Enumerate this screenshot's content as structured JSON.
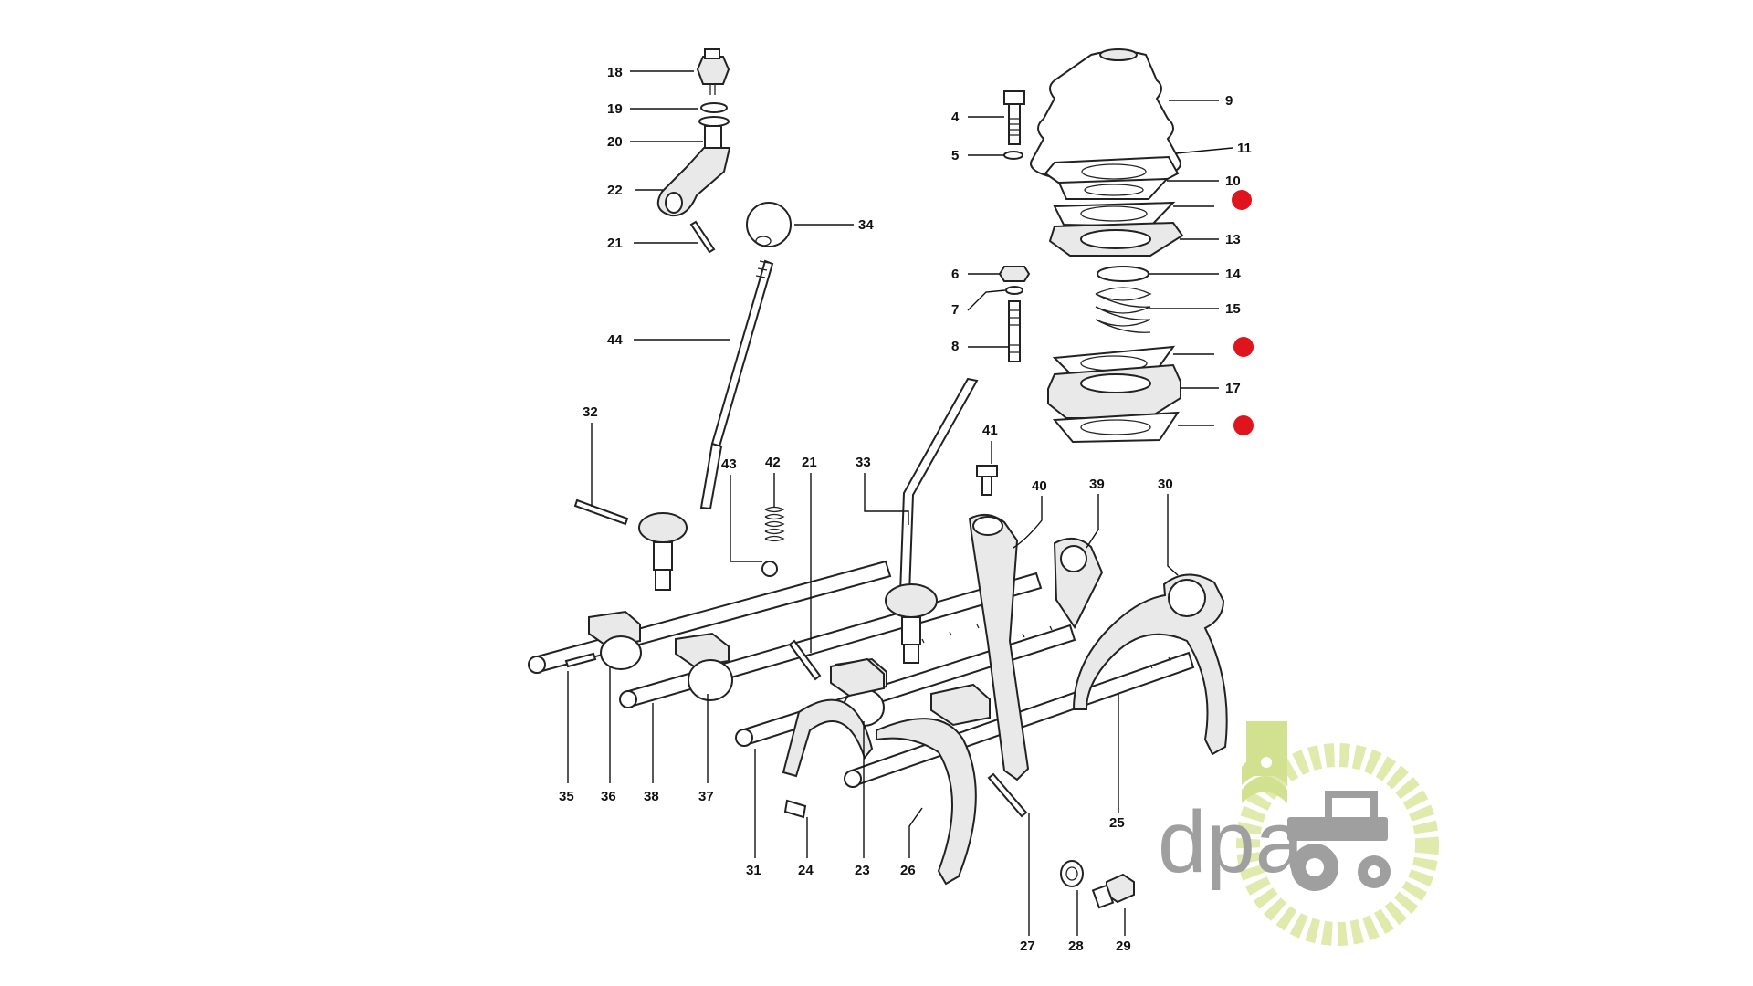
{
  "diagram": {
    "labels": {
      "p18": "18",
      "p19": "19",
      "p20": "20",
      "p22": "22",
      "p21a": "21",
      "p34": "34",
      "p44": "44",
      "p32": "32",
      "p43": "43",
      "p42": "42",
      "p21b": "21",
      "p33": "33",
      "p41": "41",
      "p40": "40",
      "p39": "39",
      "p30": "30",
      "p4": "4",
      "p5": "5",
      "p6": "6",
      "p7": "7",
      "p8": "8",
      "p9": "9",
      "p11": "11",
      "p10": "10",
      "p13": "13",
      "p14": "14",
      "p15": "15",
      "p17": "17",
      "p35": "35",
      "p36": "36",
      "p38": "38",
      "p37": "37",
      "p31": "31",
      "p24": "24",
      "p23": "23",
      "p26": "26",
      "p25": "25",
      "p27": "27",
      "p28": "28",
      "p29": "29"
    },
    "marker_color": "#e0141c"
  },
  "watermark": {
    "text": "dpa",
    "text_color": "#9a9a9a",
    "ring_color": "#dfe9a8",
    "emblem_color": "#cfe08a"
  }
}
